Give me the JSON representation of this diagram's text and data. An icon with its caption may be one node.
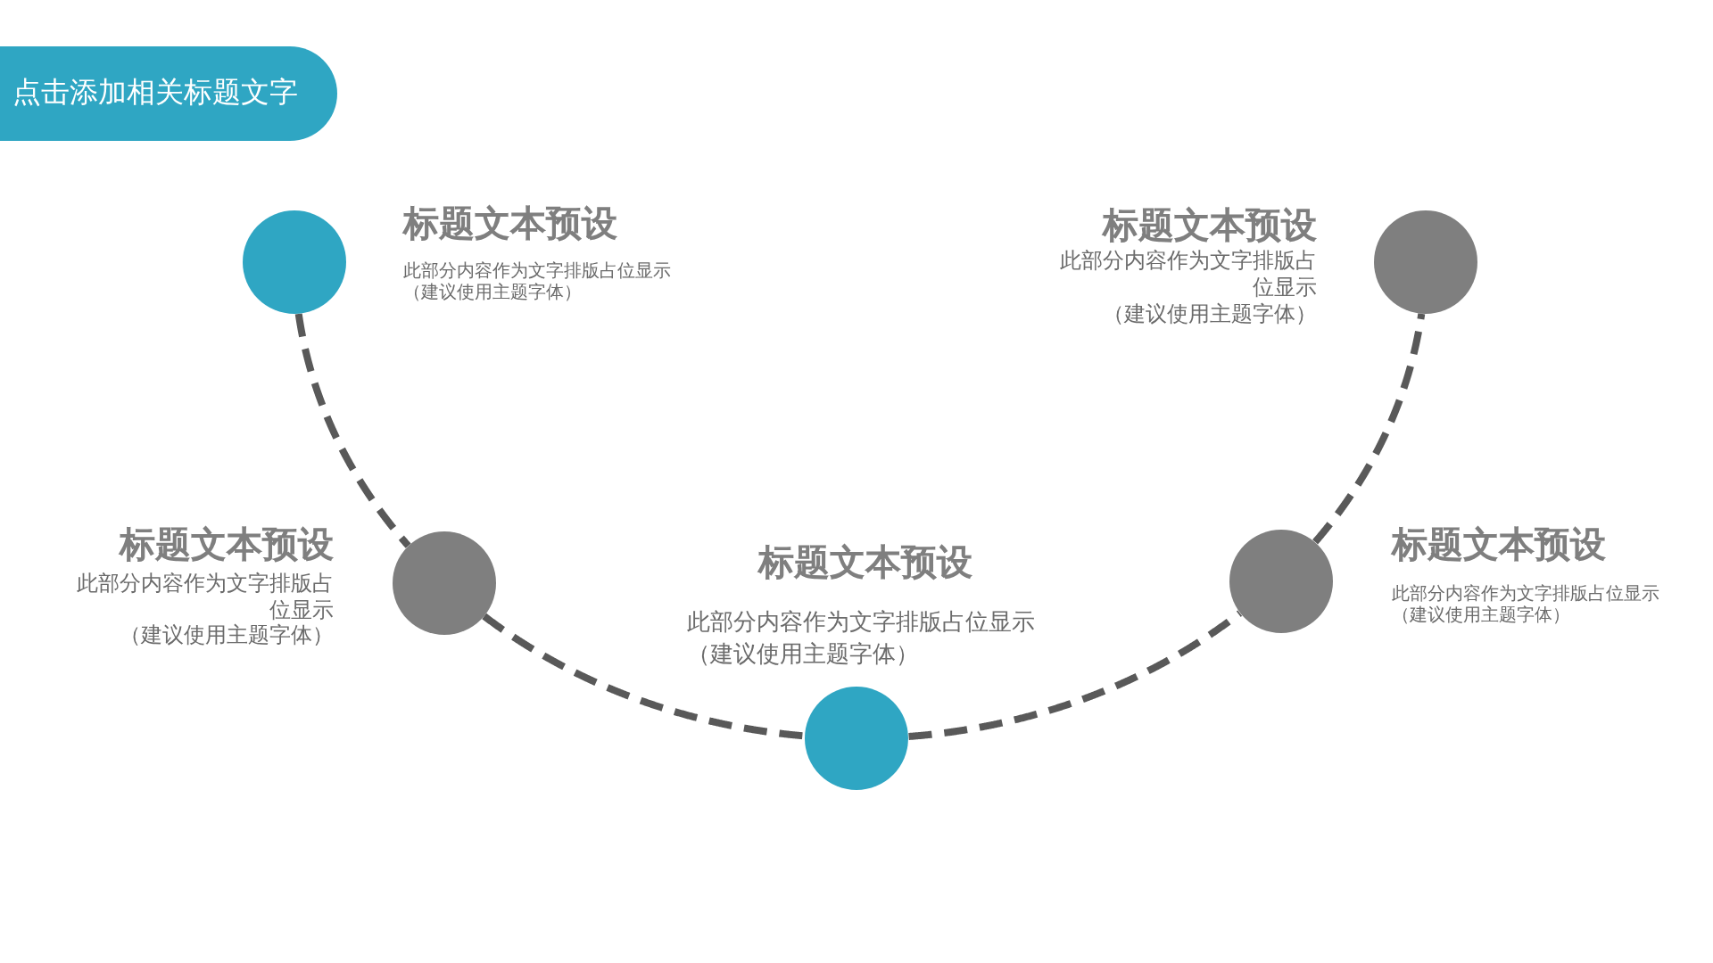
{
  "diagram": {
    "title": "点击添加相关标题文字",
    "nodes": [
      {
        "text": [],
        "shape": "circle",
        "beside": [
          "标题文本预设",
          "此部分内容作为文字排版占位显示",
          "（建议使用主题字体）"
        ]
      },
      {
        "text": [],
        "shape": "circle",
        "beside": [
          "标题文本预设",
          "此部分内容作为文字排版占位显示",
          "（建议使用主题字体）"
        ]
      },
      {
        "text": [],
        "shape": "circle",
        "beside": [
          "标题文本预设",
          "此部分内容作为文字排版占位显示",
          "（建议使用主题字体）"
        ]
      },
      {
        "text": [],
        "shape": "circle",
        "beside": [
          "标题文本预设",
          "此部分内容作为文字排版占位显示",
          "（建议使用主题字体）"
        ]
      },
      {
        "text": [],
        "shape": "circle",
        "beside": [
          "标题文本预设",
          "此部分内容作为文字排版占位显示",
          "（建议使用主题字体）"
        ]
      }
    ],
    "edges": [
      {
        "from": 0,
        "to": 1,
        "arrow": "none",
        "style": "dashed"
      },
      {
        "from": 1,
        "to": 2,
        "arrow": "none",
        "style": "dashed"
      },
      {
        "from": 2,
        "to": 3,
        "arrow": "none",
        "style": "dashed"
      },
      {
        "from": 3,
        "to": 4,
        "arrow": "none",
        "style": "dashed"
      }
    ]
  }
}
